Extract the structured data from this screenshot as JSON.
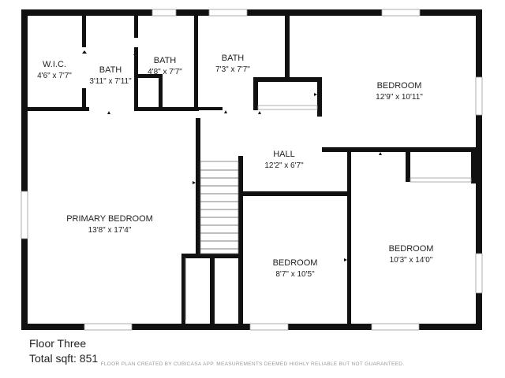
{
  "floor": {
    "title": "Floor Three",
    "total_sqft": "Total sqft: 851"
  },
  "disclaimer": "FLOOR PLAN CREATED BY CUBICASA APP. MEASUREMENTS DEEMED HIGHLY RELIABLE BUT NOT GUARANTEED.",
  "rooms": {
    "wic": {
      "name": "W.I.C.",
      "dims": "4'6\" x 7'7\""
    },
    "bath_1": {
      "name": "BATH",
      "dims": "3'11\" x 7'11\""
    },
    "bath_2": {
      "name": "BATH",
      "dims": "4'8\" x 7'7\""
    },
    "bath_3": {
      "name": "BATH",
      "dims": "7'3\" x 7'7\""
    },
    "bedroom_ne": {
      "name": "BEDROOM",
      "dims": "12'9\" x 10'11\""
    },
    "hall": {
      "name": "HALL",
      "dims": "12'2\" x 6'7\""
    },
    "primary_bedroom": {
      "name": "PRIMARY BEDROOM",
      "dims": "13'8\" x 17'4\""
    },
    "bedroom_s": {
      "name": "BEDROOM",
      "dims": "8'7\" x 10'5\""
    },
    "bedroom_se": {
      "name": "BEDROOM",
      "dims": "10'3\" x 14'0\""
    }
  }
}
